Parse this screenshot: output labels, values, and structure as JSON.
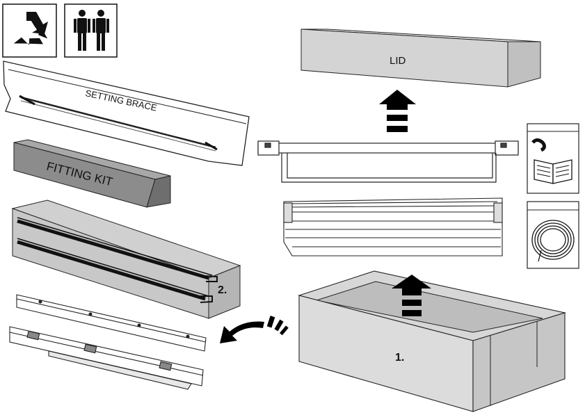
{
  "labels": {
    "setting_brace": "SETTING BRACE",
    "fitting_kit": "FITTING KIT",
    "lid": "LID",
    "step1": "1.",
    "step2": "2."
  },
  "icons": [
    "recycle-icon",
    "two-person-lift-icon"
  ],
  "colors": {
    "box_fill": "#d9d9d9",
    "kit_fill": "#8c8c8c",
    "stroke": "#1a1a1a",
    "arrow": "#000000"
  }
}
